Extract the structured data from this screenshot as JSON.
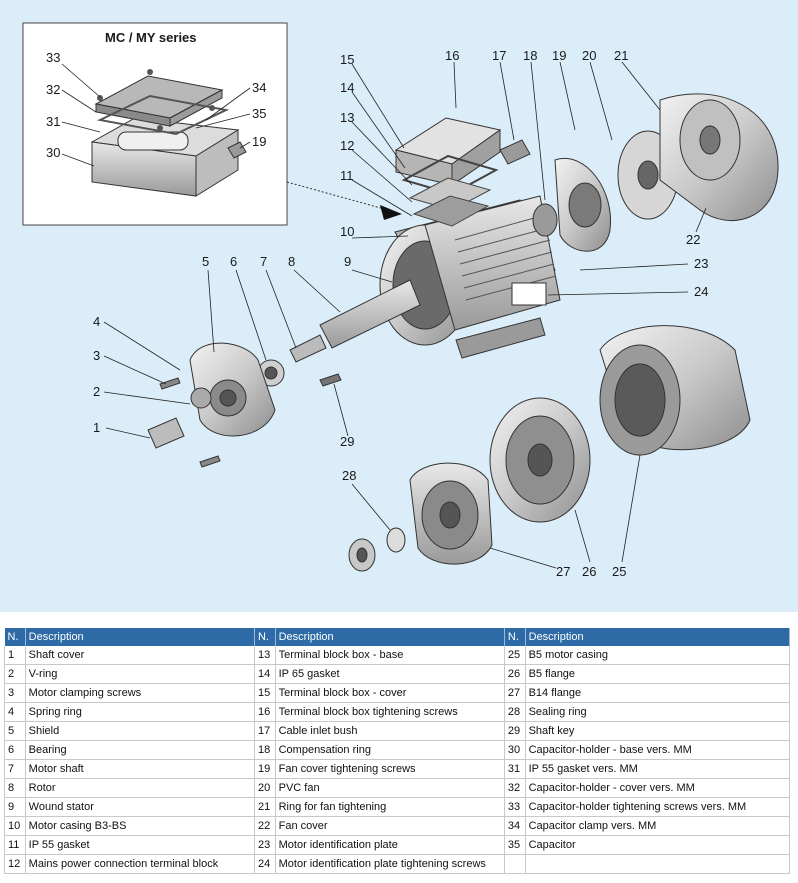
{
  "inset": {
    "title": "MC / MY series",
    "labels": [
      "33",
      "32",
      "31",
      "30",
      "34",
      "35",
      "19"
    ]
  },
  "diagram_labels": [
    "1",
    "2",
    "3",
    "4",
    "5",
    "6",
    "7",
    "8",
    "9",
    "10",
    "11",
    "12",
    "13",
    "14",
    "15",
    "16",
    "17",
    "18",
    "19",
    "20",
    "21",
    "22",
    "23",
    "24",
    "25",
    "26",
    "27",
    "28",
    "29"
  ],
  "table": {
    "header_n": "N.",
    "header_desc": "Description",
    "rows": [
      [
        [
          "1",
          "Shaft cover"
        ],
        [
          "13",
          "Terminal block box - base"
        ],
        [
          "25",
          "B5 motor casing"
        ]
      ],
      [
        [
          "2",
          "V-ring"
        ],
        [
          "14",
          "IP 65 gasket"
        ],
        [
          "26",
          "B5 flange"
        ]
      ],
      [
        [
          "3",
          "Motor clamping screws"
        ],
        [
          "15",
          "Terminal block box - cover"
        ],
        [
          "27",
          "B14 flange"
        ]
      ],
      [
        [
          "4",
          "Spring ring"
        ],
        [
          "16",
          "Terminal block box tightening screws"
        ],
        [
          "28",
          "Sealing ring"
        ]
      ],
      [
        [
          "5",
          "Shield"
        ],
        [
          "17",
          "Cable inlet bush"
        ],
        [
          "29",
          "Shaft key"
        ]
      ],
      [
        [
          "6",
          "Bearing"
        ],
        [
          "18",
          "Compensation ring"
        ],
        [
          "30",
          "Capacitor-holder - base vers. MM"
        ]
      ],
      [
        [
          "7",
          "Motor shaft"
        ],
        [
          "19",
          "Fan cover tightening screws"
        ],
        [
          "31",
          "IP 55 gasket vers. MM"
        ]
      ],
      [
        [
          "8",
          "Rotor"
        ],
        [
          "20",
          "PVC fan"
        ],
        [
          "32",
          "Capacitor-holder - cover vers. MM"
        ]
      ],
      [
        [
          "9",
          "Wound stator"
        ],
        [
          "21",
          "Ring for fan tightening"
        ],
        [
          "33",
          "Capacitor-holder tightening screws vers. MM"
        ]
      ],
      [
        [
          "10",
          "Motor casing B3-BS"
        ],
        [
          "22",
          "Fan cover"
        ],
        [
          "34",
          "Capacitor clamp vers. MM"
        ]
      ],
      [
        [
          "11",
          "IP 55 gasket"
        ],
        [
          "23",
          "Motor identification plate"
        ],
        [
          "35",
          "Capacitor"
        ]
      ],
      [
        [
          "12",
          "Mains power connection terminal block"
        ],
        [
          "24",
          "Motor identification plate tightening screws"
        ],
        [
          "",
          ""
        ]
      ]
    ]
  }
}
